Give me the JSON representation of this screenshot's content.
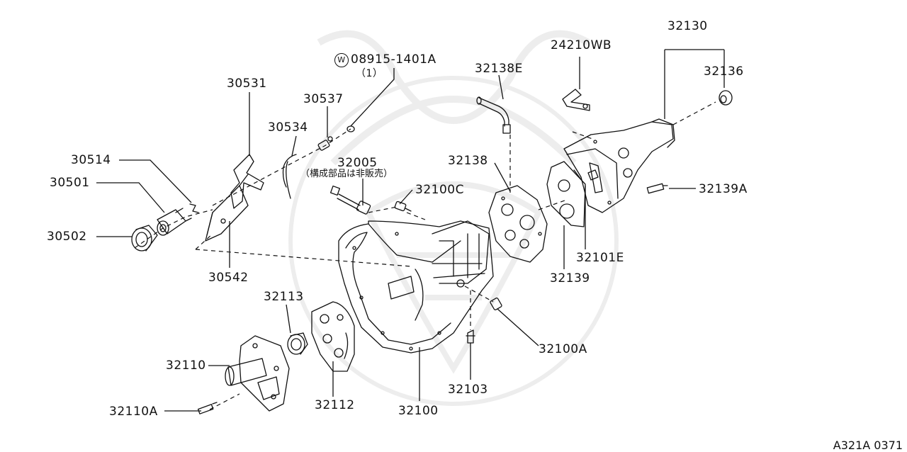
{
  "diagram": {
    "code": "A321A 0371",
    "parts": {
      "p32130": "32130",
      "p32136": "32136",
      "p24210WB": "24210WB",
      "p32138E": "32138E",
      "p08915": "08915-1401A",
      "p08915_qty": "（1）",
      "p08915_prefix": "W",
      "p30531": "30531",
      "p30537": "30537",
      "p30534": "30534",
      "p30514": "30514",
      "p30501": "30501",
      "p30502": "30502",
      "p30542": "30542",
      "p32005": "32005",
      "p32005_note": "（構成部品は非販売）",
      "p32138": "32138",
      "p32100C": "32100C",
      "p32139A": "32139A",
      "p32101E": "32101E",
      "p32139": "32139",
      "p32113": "32113",
      "p32110": "32110",
      "p32110A": "32110A",
      "p32112": "32112",
      "p32100": "32100",
      "p32103": "32103",
      "p32100A": "32100A"
    }
  }
}
